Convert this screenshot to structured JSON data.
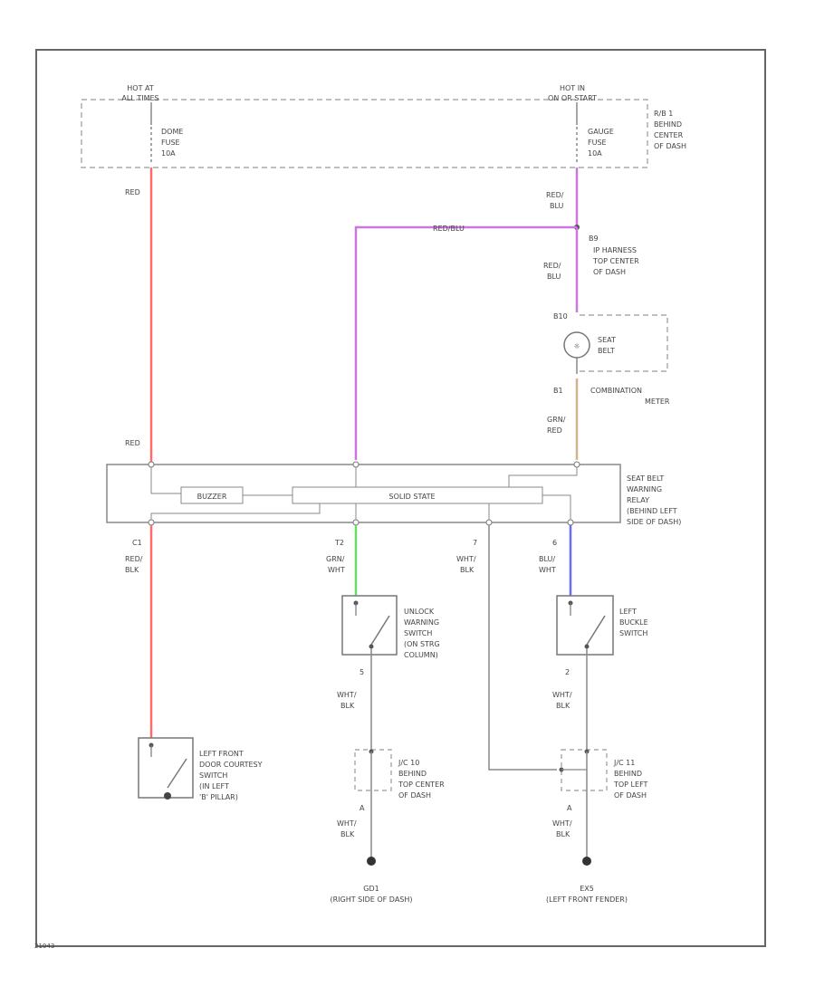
{
  "top": {
    "hot_left": [
      "HOT AT",
      "ALL TIMES"
    ],
    "hot_right": [
      "HOT IN",
      "ON OR START"
    ],
    "fuse_left": [
      "DOME",
      "FUSE",
      "10A"
    ],
    "fuse_right": [
      "GAUGE",
      "FUSE",
      "10A"
    ],
    "fuse_box": [
      "R/B 1",
      "BEHIND",
      "CENTER",
      "OF DASH"
    ]
  },
  "wires": {
    "red_top": "RED",
    "red_relay": "RED",
    "red_blu_1": [
      "RED/",
      "BLU"
    ],
    "red_blu_h": "RED/BLU",
    "red_blu_2": [
      "RED/",
      "BLU"
    ],
    "grn_red": [
      "GRN/",
      "RED"
    ],
    "red_blk": [
      "RED/",
      "BLK"
    ],
    "grn_wht": [
      "GRN/",
      "WHT"
    ],
    "wht_blk_mid": [
      "WHT/",
      "BLK"
    ],
    "blu_wht": [
      "BLU/",
      "WHT"
    ],
    "wht_blk_unlock": [
      "WHT/",
      "BLK"
    ],
    "wht_blk_buckle": [
      "WHT/",
      "BLK"
    ],
    "wht_blk_jc10": [
      "WHT/",
      "BLK"
    ],
    "wht_blk_jc11": [
      "WHT/",
      "BLK"
    ]
  },
  "pins": {
    "b9": "B9",
    "b10": "B10",
    "b1": "B1",
    "c1": "C1",
    "t2": "T2",
    "t7": "7",
    "t6": "6",
    "unlock_pin": "5",
    "buckle_pin": "2",
    "jc10_pin": "A",
    "jc11_pin": "A"
  },
  "components": {
    "harness": [
      "IP HARNESS",
      "TOP CENTER",
      "OF DASH"
    ],
    "seat_belt": [
      "SEAT",
      "BELT"
    ],
    "combination_meter": "COMBINATION",
    "meter": "METER",
    "relay_label": [
      "SEAT BELT",
      "WARNING",
      "RELAY",
      "(BEHIND LEFT",
      "SIDE OF DASH)"
    ],
    "buzzer": "BUZZER",
    "solid_state": "SOLID STATE",
    "unlock_switch": [
      "UNLOCK",
      "WARNING",
      "SWITCH",
      "(ON STRG",
      "COLUMN)"
    ],
    "buckle_switch": [
      "LEFT",
      "BUCKLE",
      "SWITCH"
    ],
    "courtesy_switch": [
      "LEFT FRONT",
      "DOOR COURTESY",
      "SWITCH",
      "(IN LEFT",
      "'B' PILLAR)"
    ],
    "jc10": [
      "J/C 10",
      "BEHIND",
      "TOP CENTER",
      "OF DASH"
    ],
    "jc11": [
      "J/C 11",
      "BEHIND",
      "TOP LEFT",
      "OF DASH"
    ]
  },
  "grounds": {
    "gnd1_id": "GD1",
    "gnd1_loc": "(RIGHT SIDE OF DASH)",
    "gnd2_id": "EX5",
    "gnd2_loc": "(LEFT FRONT FENDER)"
  },
  "footer": {
    "code": "21043"
  },
  "colors": {
    "red_wire": "#ff6b6b",
    "violet_wire": "#cc77dd",
    "tan_wire": "#d2b48c",
    "green_wire": "#66dd66",
    "blue_wire": "#6a6aff",
    "gray_wire": "#888888",
    "outline": "#666666"
  }
}
